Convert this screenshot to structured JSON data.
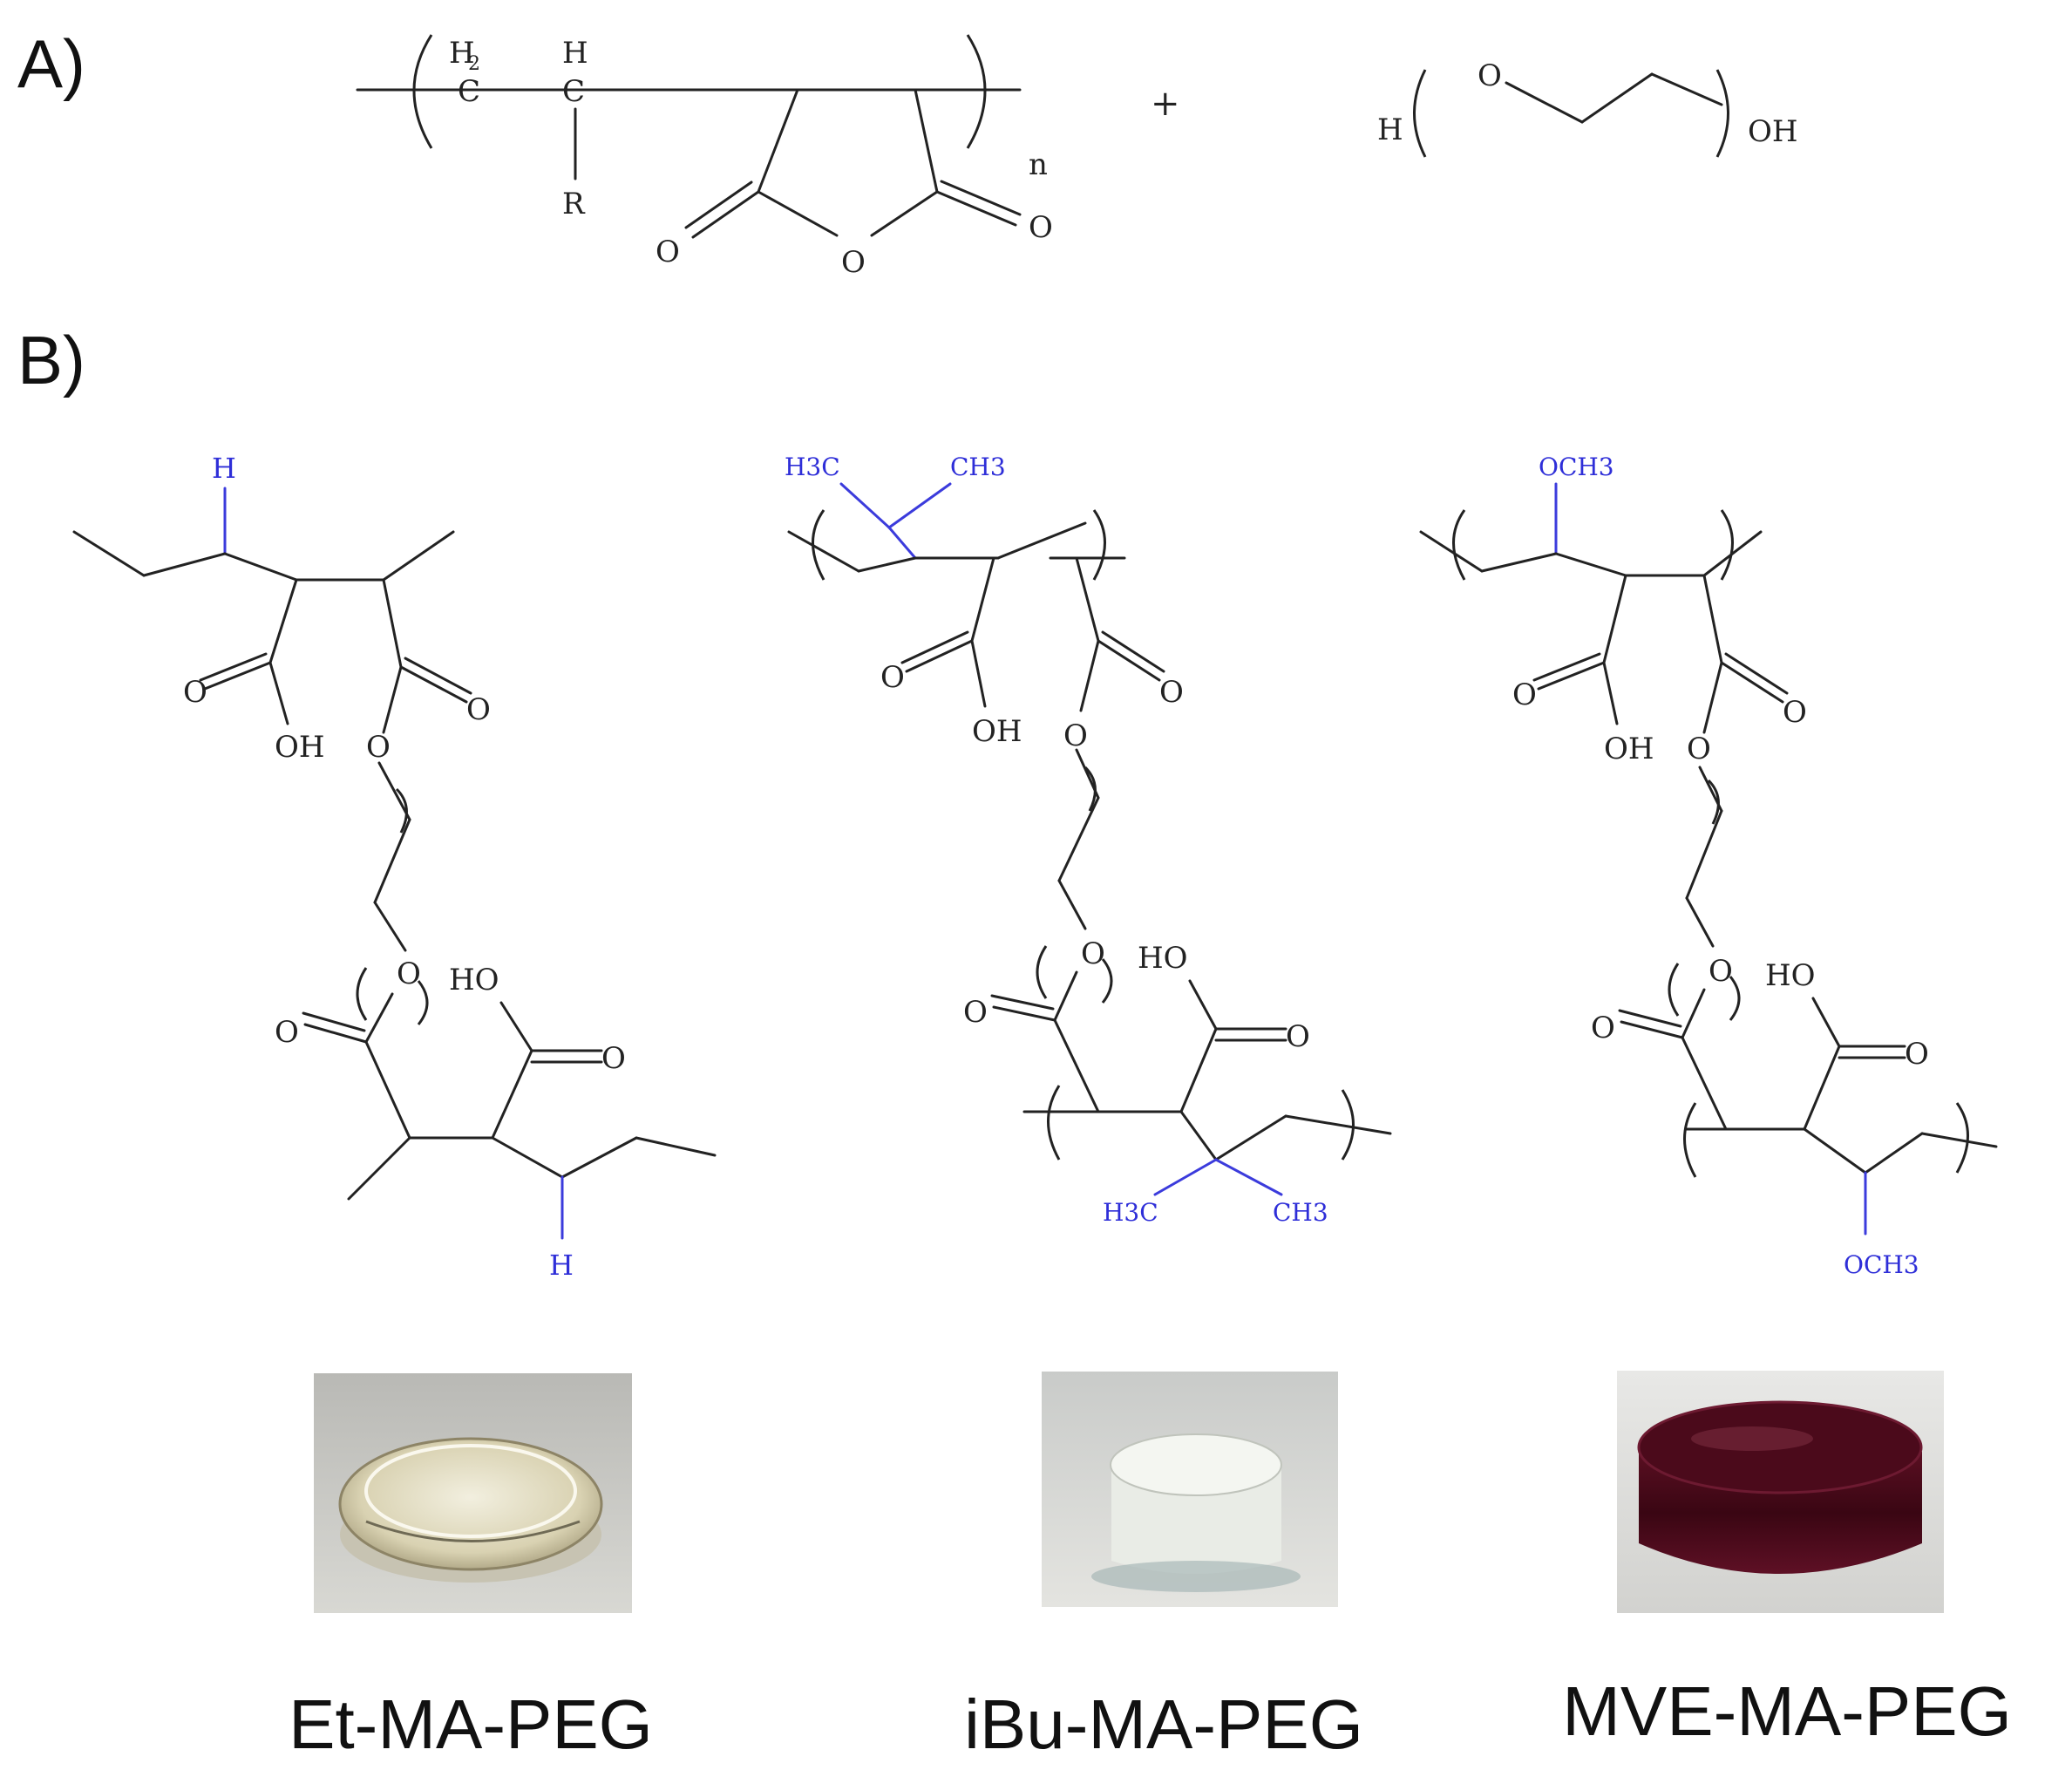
{
  "panels": {
    "a": "A)",
    "b": "B)"
  },
  "reactant": {
    "ch2": "C",
    "ch2_h": "H",
    "ch2_sub": "2",
    "ch_c": "C",
    "ch_h": "H",
    "r_group": "R",
    "n": "n",
    "o_left": "O",
    "o_right": "O",
    "o_ring": "O",
    "plus": "+",
    "peg_h": "H",
    "peg_o": "O",
    "peg_oh": "OH"
  },
  "structures": [
    {
      "caption": "Et-MA-PEG",
      "sub_top": "H",
      "sub_bottom": "H",
      "oh1": "OH",
      "o1": "O",
      "o2": "O",
      "o3": "O",
      "o4": "O",
      "o5": "O",
      "o6": "O",
      "ho": "HO"
    },
    {
      "caption": "iBu-MA-PEG",
      "sub_top_left": "H3C",
      "sub_top_right": "CH3",
      "sub_bot_left": "H3C",
      "sub_bot_right": "CH3",
      "oh1": "OH",
      "o1": "O",
      "o2": "O",
      "o3": "O",
      "o4": "O",
      "o5": "O",
      "o6": "O",
      "ho": "HO"
    },
    {
      "caption": "MVE-MA-PEG",
      "sub_top": "OCH3",
      "sub_bottom": "OCH3",
      "oh1": "OH",
      "o1": "O",
      "o2": "O",
      "o3": "O",
      "o4": "O",
      "o5": "O",
      "o6": "O",
      "ho": "HO"
    }
  ],
  "colors": {
    "substituent": "#3b3bdc",
    "bond": "#222222"
  }
}
